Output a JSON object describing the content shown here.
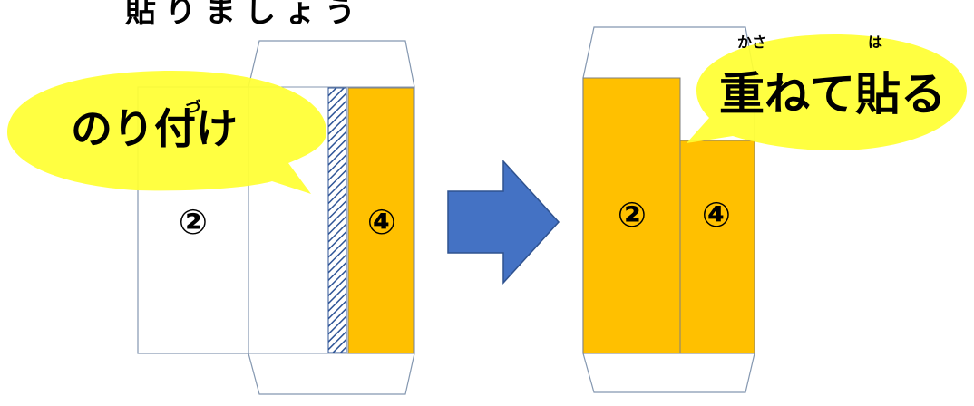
{
  "title": "貼りましょう",
  "left_panel": {
    "bubble_text": "のり付け",
    "bubble_ruby": "づ",
    "panel_2_label": "②",
    "panel_4_label": "④"
  },
  "right_panel": {
    "bubble_text": "重ねて貼る",
    "ruby_kasa": "かさ",
    "ruby_ha": "は",
    "panel_2_label": "②",
    "panel_4_label": "④"
  },
  "colors": {
    "panel_fill": "#FFC000",
    "panel_stroke": "#7F7F7F",
    "bubble_fill": "#FFFF33",
    "arrow_fill": "#4472C4",
    "arrow_stroke": "#2F528F",
    "hatch": "#2F5597",
    "outline": "#8497B0"
  },
  "icons": {
    "arrow": "right-arrow-icon"
  }
}
